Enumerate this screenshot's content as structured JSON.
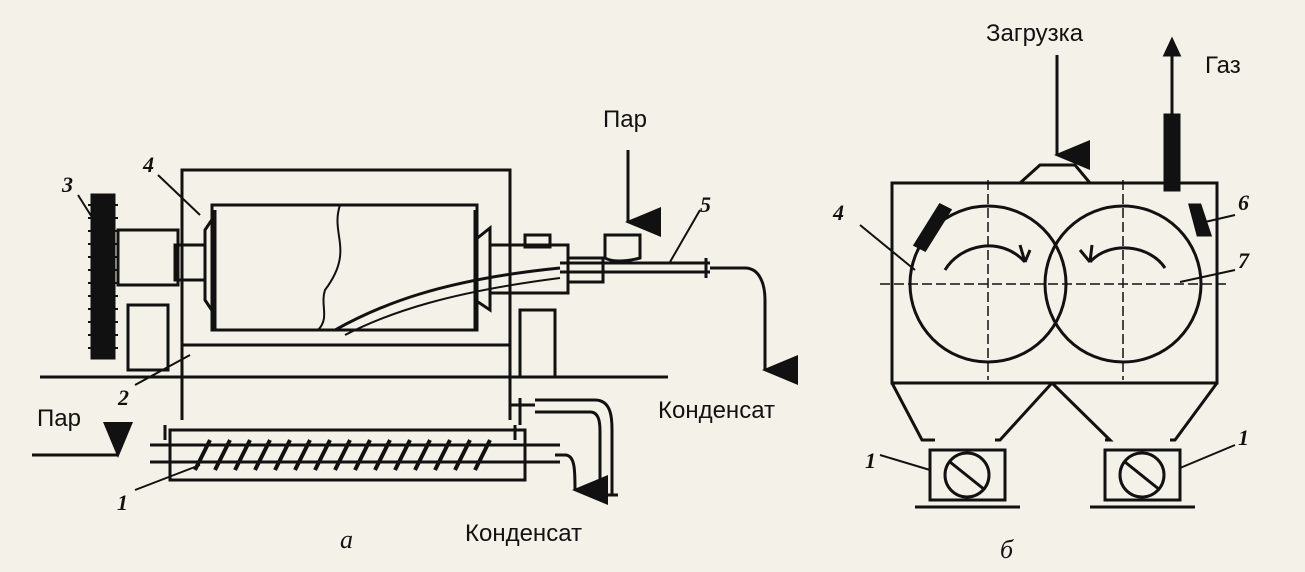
{
  "diagram_a": {
    "labels": {
      "steam_top": "Пар",
      "steam_left": "Пар",
      "condensate_right": "Конденсат",
      "condensate_bottom": "Конденсат"
    },
    "numbers": {
      "n1": "1",
      "n2": "2",
      "n3": "3",
      "n4": "4",
      "n5": "5"
    },
    "caption": "а"
  },
  "diagram_b": {
    "labels": {
      "loading": "Загрузка",
      "gas": "Газ"
    },
    "numbers": {
      "n1_left": "1",
      "n1_right": "1",
      "n4": "4",
      "n6": "6",
      "n7": "7"
    },
    "caption": "б"
  },
  "colors": {
    "ink": "#111111",
    "paper": "#f4f1e8"
  }
}
